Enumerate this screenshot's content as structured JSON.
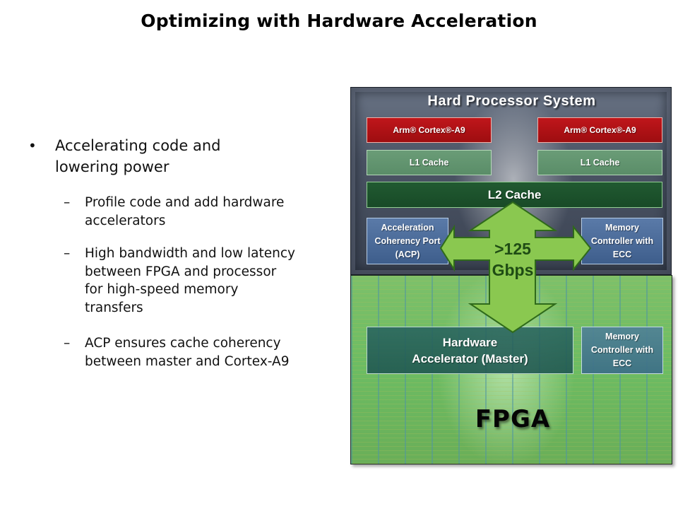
{
  "slide": {
    "title": "Optimizing with Hardware Acceleration"
  },
  "bullets": {
    "main": {
      "marker": "•",
      "text": "Accelerating code and lowering power"
    },
    "subs": [
      {
        "marker": "–",
        "text": "Profile code and add hardware accelerators"
      },
      {
        "marker": "–",
        "text": "High bandwidth and low latency between FPGA and processor for high-speed memory transfers"
      },
      {
        "marker": "–",
        "text": "ACP ensures cache coherency between master and Cortex-A9"
      }
    ]
  },
  "diagram": {
    "hps_title": "Hard Processor System",
    "cpu_left": "Arm® Cortex®-A9",
    "cpu_right": "Arm® Cortex®-A9",
    "l1_left": "L1 Cache",
    "l1_right": "L1 Cache",
    "l2": "L2 Cache",
    "acp": "Acceleration Coherency Port (ACP)",
    "hps_memory_controller": "Memory Controller with ECC",
    "bandwidth_value": ">125",
    "bandwidth_unit": "Gbps",
    "hw_accelerator": "Hardware Accelerator (Master)",
    "fpga_memory_controller": "Memory Controller with ECC",
    "fpga_label": "FPGA",
    "colors": {
      "cpu": "#b01216",
      "l1": "#62946f",
      "l2": "#1d522c",
      "blue_block": "#4c6c9a",
      "arrow": "#8ac850",
      "arrow_text": "#1f4c14",
      "hps_bg": "#4b5465",
      "fpga_bg": "#6cbc63"
    }
  }
}
